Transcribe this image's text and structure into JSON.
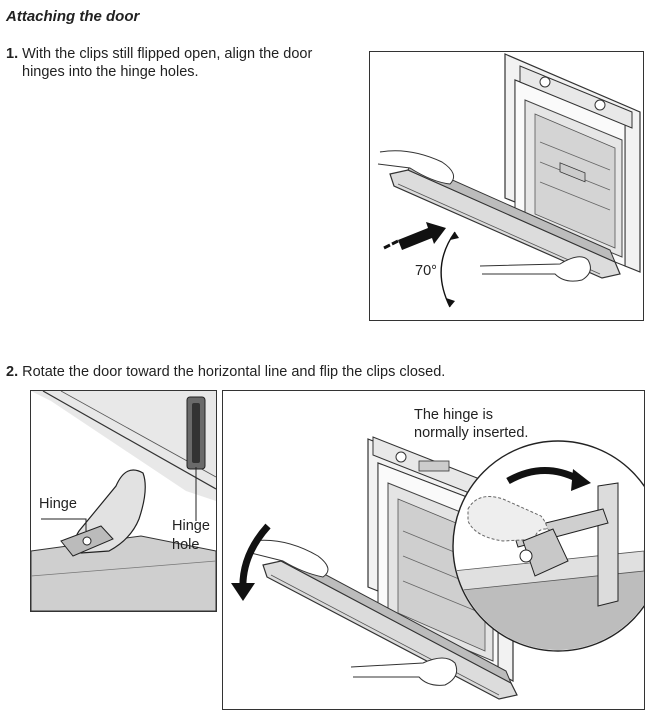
{
  "title": "Attaching the door",
  "step1": {
    "number": "1.",
    "line1": "With the clips still flipped open, align the door",
    "line2": "hinges into the hinge holes."
  },
  "step2": {
    "number": "2.",
    "text": "Rotate the door toward the horizontal line and flip the clips closed."
  },
  "figure1": {
    "angle_label": "70°"
  },
  "figure2": {
    "hinge_label": "Hinge",
    "hinge_hole_line1": "Hinge",
    "hinge_hole_line2": "hole"
  },
  "figure3": {
    "callout_line1": "The hinge is",
    "callout_line2": "normally inserted."
  }
}
